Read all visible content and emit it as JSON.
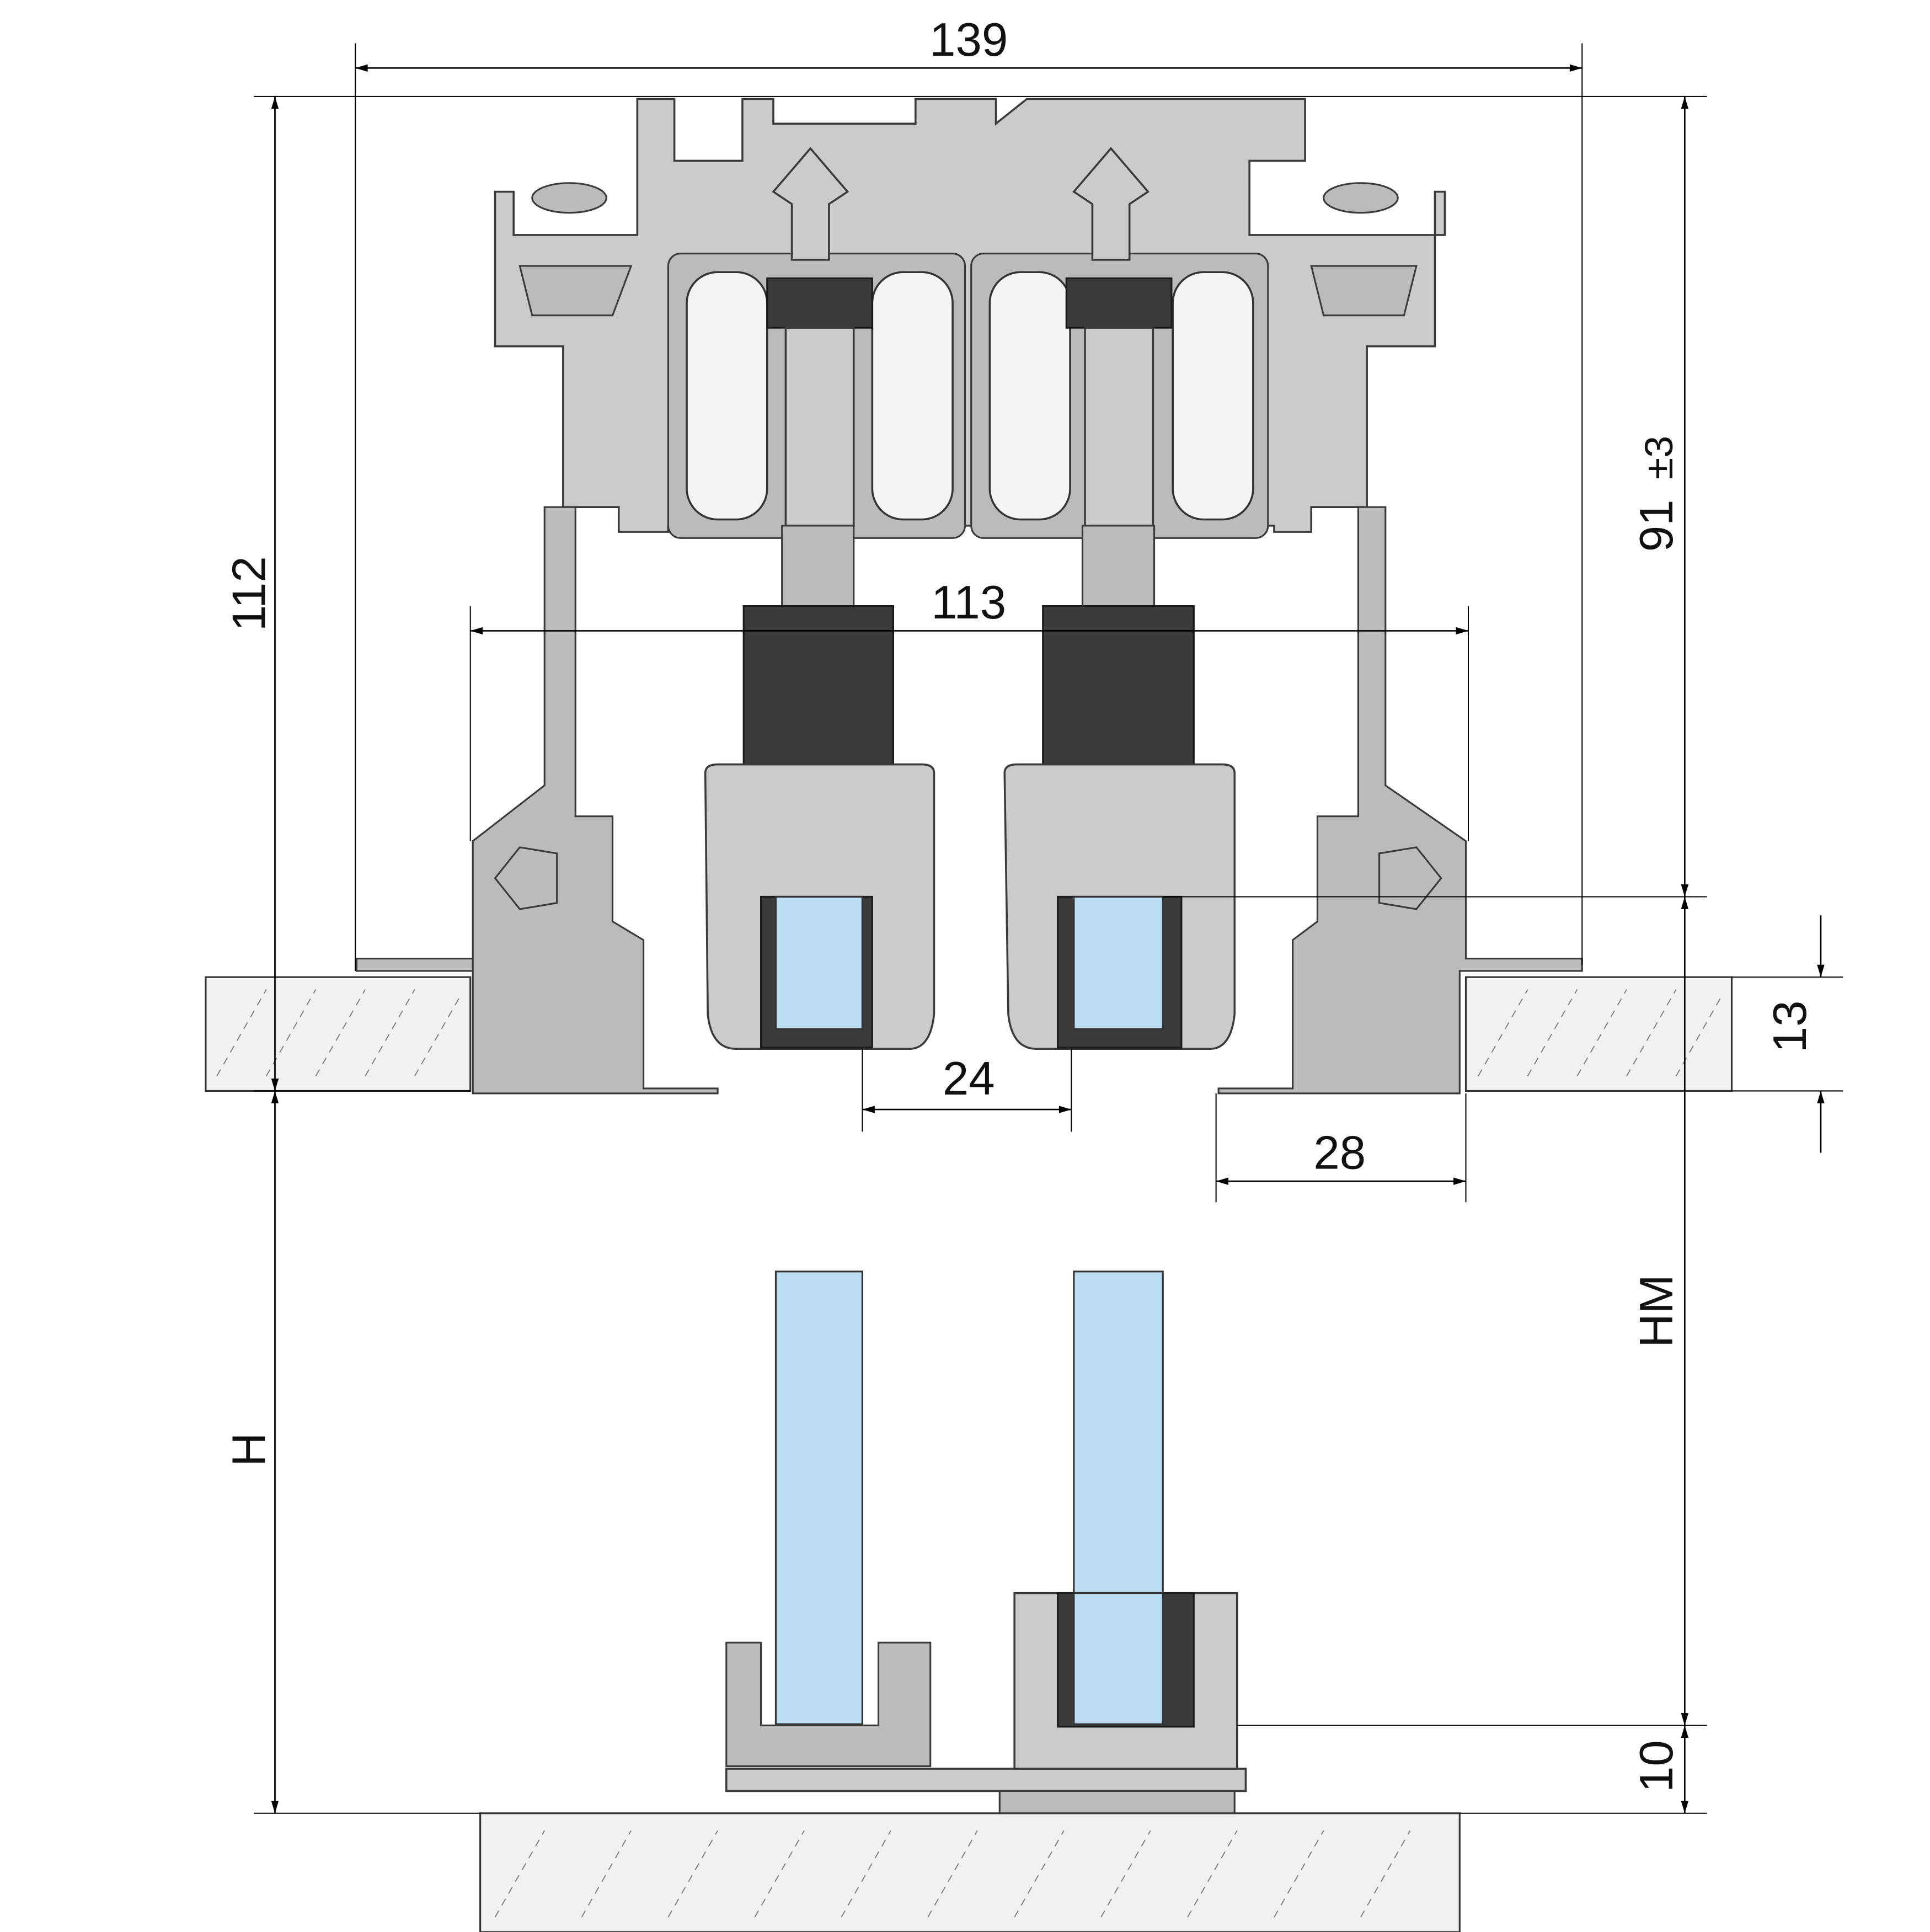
{
  "drawing": {
    "title": "Sliding glass door track cross-section",
    "dimensions": {
      "overall_width": "139",
      "overall_height": "112",
      "inner_width": "113",
      "adjust_height": "91",
      "adjust_tolerance": "±3",
      "glass_spacing": "24",
      "flange_width": "28",
      "ceiling_thickness": "13",
      "door_height": "H",
      "panel_height": "HM",
      "floor_gap": "10"
    },
    "colors": {
      "aluminium": "#c9cbcd",
      "glass": "#bcdcf2",
      "rubber": "#3b3b3b",
      "concrete": "#f1f1f1"
    }
  }
}
